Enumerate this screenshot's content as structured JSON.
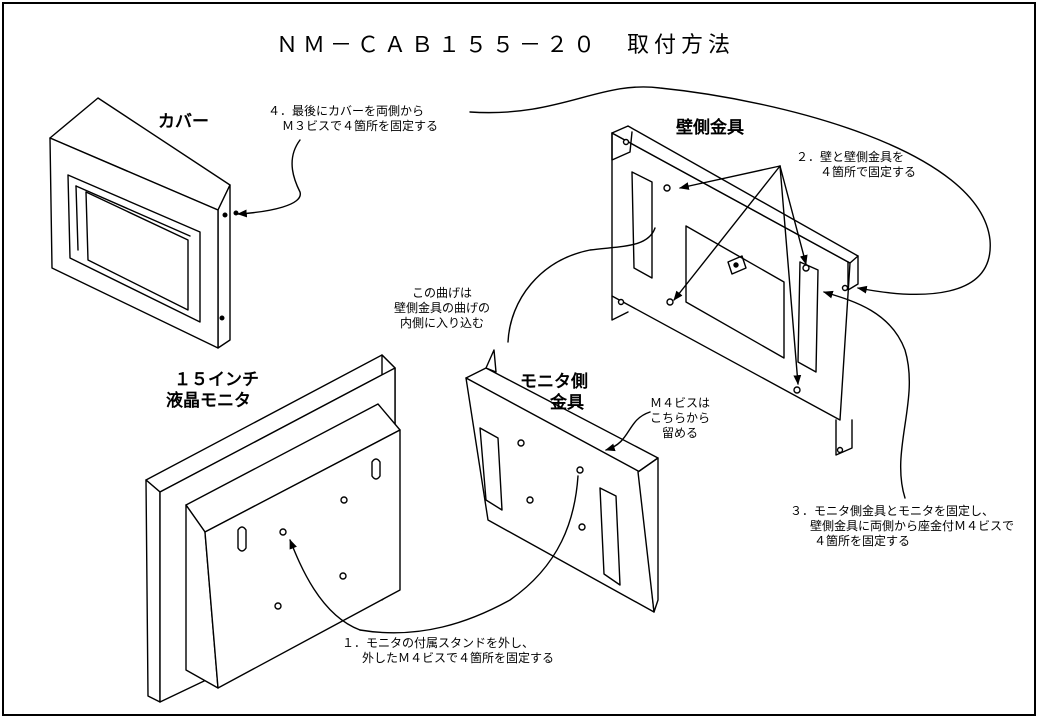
{
  "title": "ＮＭ－ＣＡＢ１５５－２０　取付方法",
  "parts": {
    "cover": "カバー",
    "wall_bracket": "壁側金具",
    "monitor_bracket_1": "モニタ側",
    "monitor_bracket_2": "金具",
    "monitor_1": "１５インチ",
    "monitor_2": "液晶モニタ"
  },
  "notes": {
    "step1_line1": "１．モニタの付属スタンドを外し、",
    "step1_line2": "外したＭ４ビスで４箇所を固定する",
    "step2_line1": "２．壁と壁側金具を",
    "step2_line2": "４箇所で固定する",
    "step3_line1": "３．モニタ側金具とモニタを固定し、",
    "step3_line2": "壁側金具に両側から座金付Ｍ４ビスで",
    "step3_line3": "４箇所を固定する",
    "step4_line1": "４．最後にカバーを両側から",
    "step4_line2": "Ｍ３ビスで４箇所を固定する",
    "bend_line1": "この曲げは",
    "bend_line2": "壁側金具の曲げの",
    "bend_line3": "内側に入り込む",
    "screw_line1": "Ｍ４ビスは",
    "screw_line2": "こちらから",
    "screw_line3": "留める"
  }
}
